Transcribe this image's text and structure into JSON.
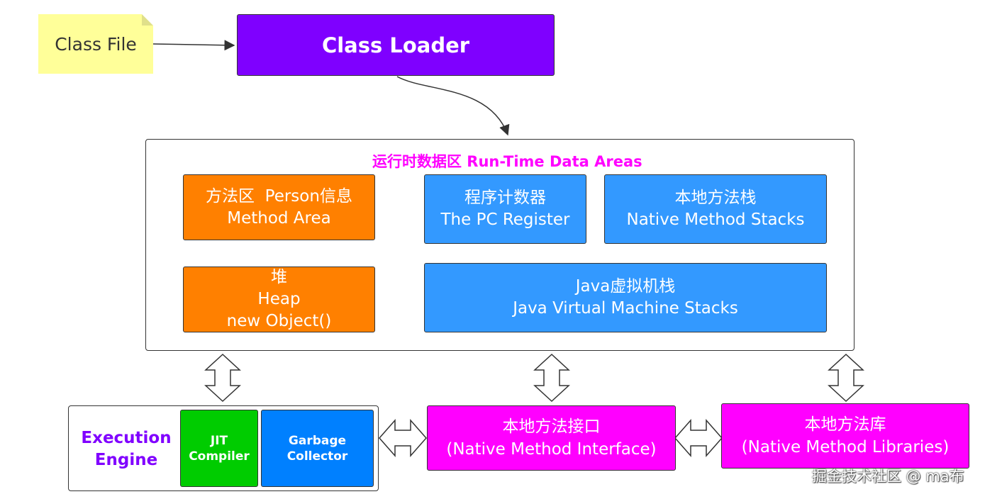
{
  "class_file": {
    "label": "Class File"
  },
  "class_loader": {
    "label": "Class Loader"
  },
  "runtime": {
    "title": "运行时数据区 Run-Time Data Areas",
    "method_area": {
      "line1": "方法区  Person信息",
      "line2": "Method Area"
    },
    "heap": {
      "line1": "堆",
      "line2": "Heap",
      "line3": "new Object()"
    },
    "pc_register": {
      "line1": "程序计数器",
      "line2": "The PC Register"
    },
    "native_stacks": {
      "line1": "本地方法栈",
      "line2": "Native Method Stacks"
    },
    "jvm_stacks": {
      "line1": "Java虚拟机栈",
      "line2": "Java Virtual Machine Stacks"
    }
  },
  "execution_engine": {
    "line1": "Execution",
    "line2": "Engine",
    "jit": {
      "line1": "JIT",
      "line2": "Compiler"
    },
    "gc": {
      "line1": "Garbage",
      "line2": "Collector"
    }
  },
  "native_interface": {
    "line1": "本地方法接口",
    "line2": "(Native Method Interface)"
  },
  "native_libraries": {
    "line1": "本地方法库",
    "line2": "(Native Method Libraries)"
  },
  "watermark": "掘金技术社区 @ ma布",
  "colors": {
    "class_file": "#ffff99",
    "class_loader": "#7f00ff",
    "runtime_title": "#ff00ff",
    "orange": "#ff8000",
    "blue": "#3399ff",
    "execution_label": "#8000ff",
    "jit": "#00cc00",
    "gc": "#0080ff",
    "native": "#ff00ff"
  }
}
